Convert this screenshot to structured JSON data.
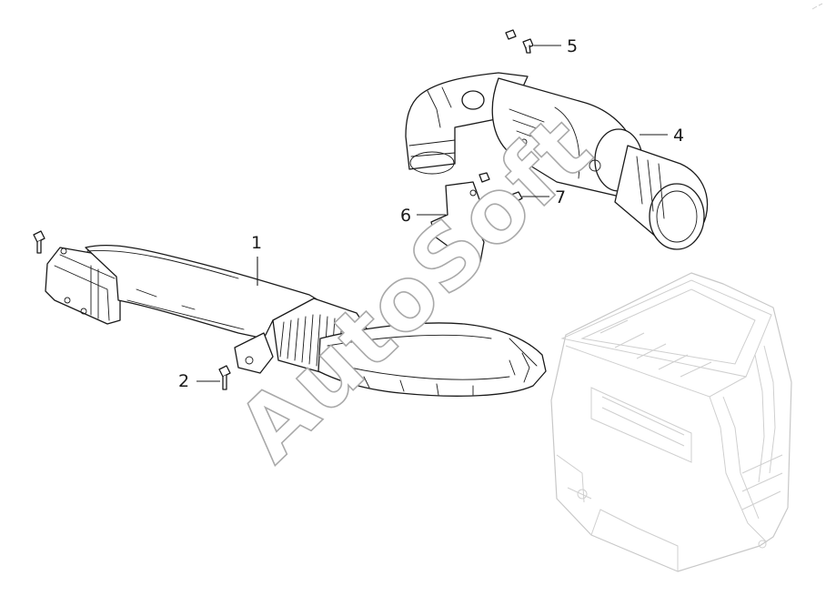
{
  "diagram": {
    "watermark": "AutoSoft",
    "callouts": [
      {
        "id": "1",
        "label": "1"
      },
      {
        "id": "2",
        "label": "2"
      },
      {
        "id": "4",
        "label": "4"
      },
      {
        "id": "5",
        "label": "5"
      },
      {
        "id": "6",
        "label": "6"
      },
      {
        "id": "7",
        "label": "7"
      }
    ],
    "parts": [
      {
        "callout": "1",
        "icon": "air-intake-duct"
      },
      {
        "callout": "2",
        "icon": "bolt"
      },
      {
        "callout": "4",
        "icon": "resonator-assembly"
      },
      {
        "callout": "5",
        "icon": "bolt"
      },
      {
        "callout": "6",
        "icon": "mounting-bracket"
      },
      {
        "callout": "7",
        "icon": "nut"
      }
    ],
    "colors": {
      "line": "#1a1a1a",
      "ghost": "#c8c8c8",
      "watermark": "#a9a9a9",
      "background": "#ffffff"
    }
  }
}
